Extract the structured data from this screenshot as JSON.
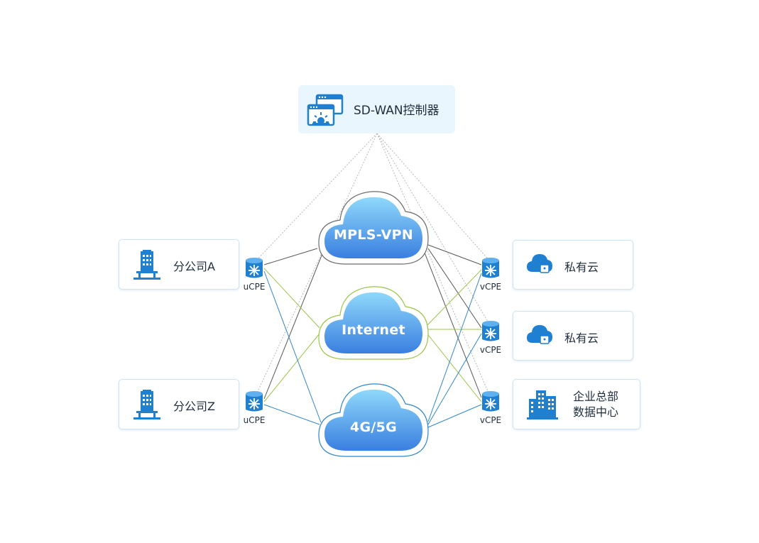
{
  "controller": {
    "label": "SD-WAN控制器",
    "icon": "controller-windows-icon"
  },
  "clouds": {
    "mpls": {
      "label": "MPLS-VPN",
      "border": "#6b6b6b"
    },
    "internet": {
      "label": "Internet",
      "border": "#9cc44a"
    },
    "mobile": {
      "label": "4G/5G",
      "border": "#2f86c9"
    }
  },
  "branches": {
    "a": {
      "label": "分公司A",
      "icon": "office-building-icon"
    },
    "z": {
      "label": "分公司Z",
      "icon": "office-building-icon"
    }
  },
  "cpe": {
    "ucpe_a": "uCPE",
    "ucpe_z": "uCPE",
    "vcpe_1": "vCPE",
    "vcpe_2": "vCPE",
    "vcpe_3": "vCPE"
  },
  "destinations": {
    "cloud1": {
      "label": "私有云",
      "icon": "private-cloud-lock-icon"
    },
    "cloud2": {
      "label": "私有云",
      "icon": "private-cloud-lock-icon"
    },
    "hq": {
      "line1": "企业总部",
      "line2": "数据中心",
      "icon": "datacenter-buildings-icon"
    }
  },
  "colors": {
    "accent": "#1f7fd1",
    "link_mpls": "#555555",
    "link_internet": "#9cc44a",
    "link_mobile": "#2f86c9",
    "control_dotted": "#b8b8b8"
  }
}
